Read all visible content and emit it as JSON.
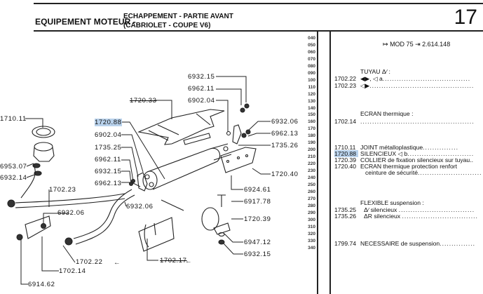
{
  "header": {
    "section": "EQUIPEMENT MOTEUR -",
    "subtitle_line1": "ECHAPPEMENT - PARTIE AVANT",
    "subtitle_line2": "(CABRIOLET - COUPE V6)",
    "page_number": "17"
  },
  "grid_numbers": [
    "040",
    "050",
    "060",
    "070",
    "080",
    "090",
    "100",
    "110",
    "120",
    "130",
    "140",
    "150",
    "160",
    "170",
    "180",
    "190",
    "200",
    "210",
    "220",
    "230",
    "240",
    "250",
    "260",
    "270",
    "280",
    "290",
    "300",
    "310",
    "320",
    "330",
    "340"
  ],
  "catalog": {
    "model_range": {
      "from": "MOD 75",
      "to": "2.614.148",
      "from_icon": "range-start-arrow-icon",
      "to_icon": "range-end-arrow-icon"
    },
    "groups": [
      {
        "title": "TUYAU Δ∕ :",
        "items": [
          {
            "ref": "1702.22",
            "desc": "◀▶, ◁ a",
            "dots": "....................................."
          },
          {
            "ref": "1702.23",
            "desc": "◁▶",
            "dots": "............................................"
          }
        ]
      },
      {
        "title": "ECRAN thermique :",
        "items": [
          {
            "ref": "1702.14",
            "desc": "",
            "dots": "................................................"
          }
        ]
      },
      {
        "title": "",
        "items": [
          {
            "ref": "1710.11",
            "desc": "JOINT métalloplastique",
            "dots": "..............."
          },
          {
            "ref": "1720.88",
            "desc": "SILENCIEUX ◁ b",
            "dots": "............................",
            "highlighted": true
          },
          {
            "ref": "1720.39",
            "desc": "COLLIER de fixation silencieux sur tuyau..",
            "dots": ""
          },
          {
            "ref": "1720.40",
            "desc": "ECRAN thermique protection renfort",
            "dots": ""
          },
          {
            "ref": "",
            "desc": "ceinture de sécurité",
            "dots": "..........................."
          }
        ]
      },
      {
        "title": "FLEXIBLE suspension :",
        "items": [
          {
            "ref": "1735.25",
            "desc": "Δ∕  silencieux",
            "dots": "................................"
          },
          {
            "ref": "1735.26",
            "desc": "ΔR  silencieux",
            "dots": "................................"
          }
        ]
      },
      {
        "title": "",
        "items": [
          {
            "ref": "1799.74",
            "desc": "NECESSAIRE de suspension",
            "dots": "..............."
          }
        ]
      }
    ]
  },
  "callouts": [
    {
      "id": "c-1710-11",
      "text": "1710.11"
    },
    {
      "id": "c-6953-07",
      "text": "6953.07"
    },
    {
      "id": "c-6932-14",
      "text": "6932.14"
    },
    {
      "id": "c-1702-23",
      "text": "1702.23"
    },
    {
      "id": "c-6932-06a",
      "text": "6932.06"
    },
    {
      "id": "c-1702-22",
      "text": "1702.22"
    },
    {
      "id": "c-1702-14",
      "text": "1702.14"
    },
    {
      "id": "c-6914-62",
      "text": "6914.62"
    },
    {
      "id": "c-1720-88",
      "text": "1720.88",
      "highlighted": true
    },
    {
      "id": "c-6902-04a",
      "text": "6902.04"
    },
    {
      "id": "c-1735-25",
      "text": "1735.25"
    },
    {
      "id": "c-6962-11a",
      "text": "6962.11"
    },
    {
      "id": "c-6932-15a",
      "text": "6932.15"
    },
    {
      "id": "c-6962-13a",
      "text": "6962.13"
    },
    {
      "id": "c-6932-06b",
      "text": "6932.06"
    },
    {
      "id": "c-1720-33",
      "text": "1720.33",
      "struck": true
    },
    {
      "id": "c-6932-15b",
      "text": "6932.15"
    },
    {
      "id": "c-6962-11b",
      "text": "6962.11"
    },
    {
      "id": "c-6902-04b",
      "text": "6902.04"
    },
    {
      "id": "c-6932-06c",
      "text": "6932.06"
    },
    {
      "id": "c-6962-13b",
      "text": "6962.13"
    },
    {
      "id": "c-1735-26",
      "text": "1735.26"
    },
    {
      "id": "c-1720-40",
      "text": "1720.40"
    },
    {
      "id": "c-6924-61",
      "text": "6924.61"
    },
    {
      "id": "c-6917-78",
      "text": "6917.78"
    },
    {
      "id": "c-1720-39",
      "text": "1720.39"
    },
    {
      "id": "c-6947-12",
      "text": "6947.12"
    },
    {
      "id": "c-6932-15c",
      "text": "6932.15"
    },
    {
      "id": "c-1702-17",
      "text": "1702.17",
      "struck": true
    }
  ]
}
